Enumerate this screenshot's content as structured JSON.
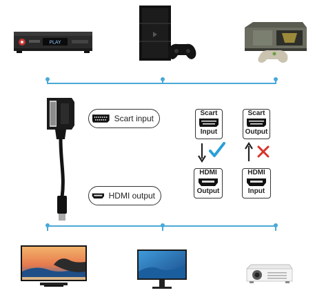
{
  "labels": {
    "scart_input": "Scart input",
    "hdmi_output": "HDMI output"
  },
  "diagram": {
    "left": {
      "top_box": [
        "Scart",
        "Input"
      ],
      "bottom_box": [
        "HDMI",
        "Output"
      ],
      "status": "check-icon"
    },
    "right": {
      "top_box": [
        "Scart",
        "Output"
      ],
      "bottom_box": [
        "HDMI",
        "Input"
      ],
      "status": "cross-icon"
    }
  },
  "player_screen_text": "PLAY",
  "colors": {
    "line": "#4aa8d8",
    "check": "#2a9fd8",
    "cross": "#d8322a"
  }
}
